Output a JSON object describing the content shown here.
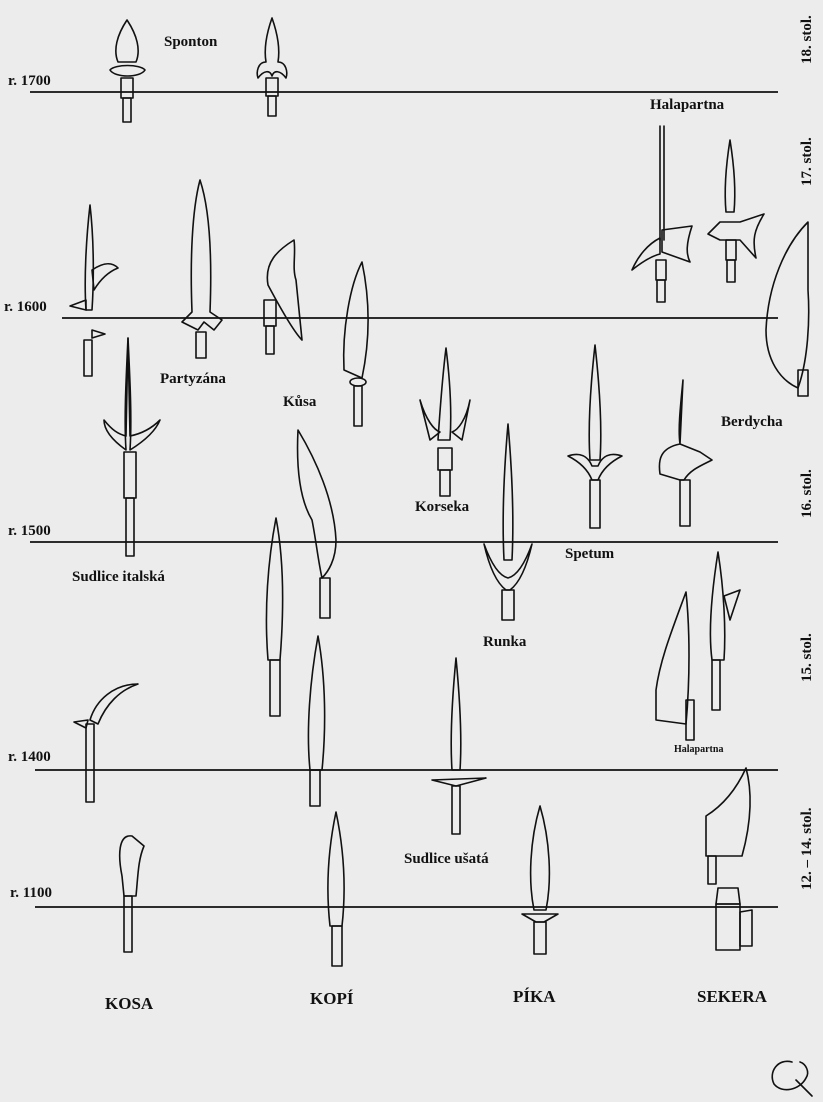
{
  "timeline": {
    "years": [
      "r. 1700",
      "r. 1600",
      "r. 1500",
      "r. 1400",
      "r. 1100"
    ],
    "centuries": [
      "18. stol.",
      "17. stol.",
      "16. stol.",
      "15. stol.",
      "12. – 14. stol."
    ]
  },
  "weapons": {
    "sponton": "Sponton",
    "halapartna_17": "Halapartna",
    "partyzana": "Partyzána",
    "kusa": "Kůsa",
    "berdycha": "Berdycha",
    "korseka": "Korseka",
    "sudlice_italska": "Sudlice italská",
    "spetum": "Spetum",
    "runka": "Runka",
    "halapartna_15": "Halapartna",
    "sudlice_usata": "Sudlice ušatá"
  },
  "categories": [
    "KOSA",
    "KOPÍ",
    "PÍKA",
    "SEKERA"
  ],
  "signature": "Q."
}
